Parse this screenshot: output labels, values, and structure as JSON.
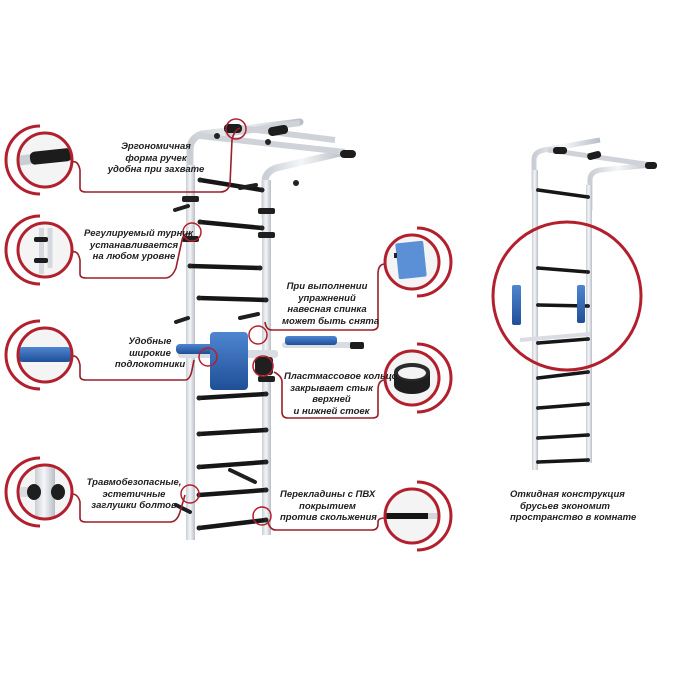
{
  "page": {
    "title": "Спортивный комплекс — шведская стенка с турником и брусьями",
    "accent_color": "#b2202e",
    "frame_color": "#dfe3e8",
    "bar_color": "#1a1a1a",
    "pad_color": "#2d62ad"
  },
  "callouts": [
    {
      "id": "handles",
      "icon": "grip-handle-icon",
      "lines": [
        "Эргономичная",
        "форма ручек",
        "удобна при захвате"
      ]
    },
    {
      "id": "pullup",
      "icon": "pullup-bracket-icon",
      "lines": [
        "Регулируемый турник",
        "устанавливается",
        "на любом уровне"
      ]
    },
    {
      "id": "armrests",
      "icon": "armrest-pad-icon",
      "lines": [
        "Удобные",
        "широкие",
        "подлокотники"
      ]
    },
    {
      "id": "caps",
      "icon": "bolt-cap-icon",
      "lines": [
        "Травмобезопасные,",
        "эстетичные",
        "заглушки болтов"
      ]
    },
    {
      "id": "backrest",
      "icon": "backrest-pad-icon",
      "lines": [
        "При выполнении",
        "упражнений",
        "навесная спинка",
        "может быть снята"
      ]
    },
    {
      "id": "ring",
      "icon": "plastic-ring-icon",
      "lines": [
        "Пластмассовое кольцо",
        "закрывает стык",
        "верхней",
        "и нижней стоек"
      ]
    },
    {
      "id": "rungs",
      "icon": "pvc-rung-icon",
      "lines": [
        "Перекладины с ПВХ",
        "покрытием",
        "против скольжения"
      ]
    }
  ],
  "secondary": {
    "caption_lines": [
      "Откидная конструкция",
      "брусьев экономит",
      "пространство в комнате"
    ]
  }
}
